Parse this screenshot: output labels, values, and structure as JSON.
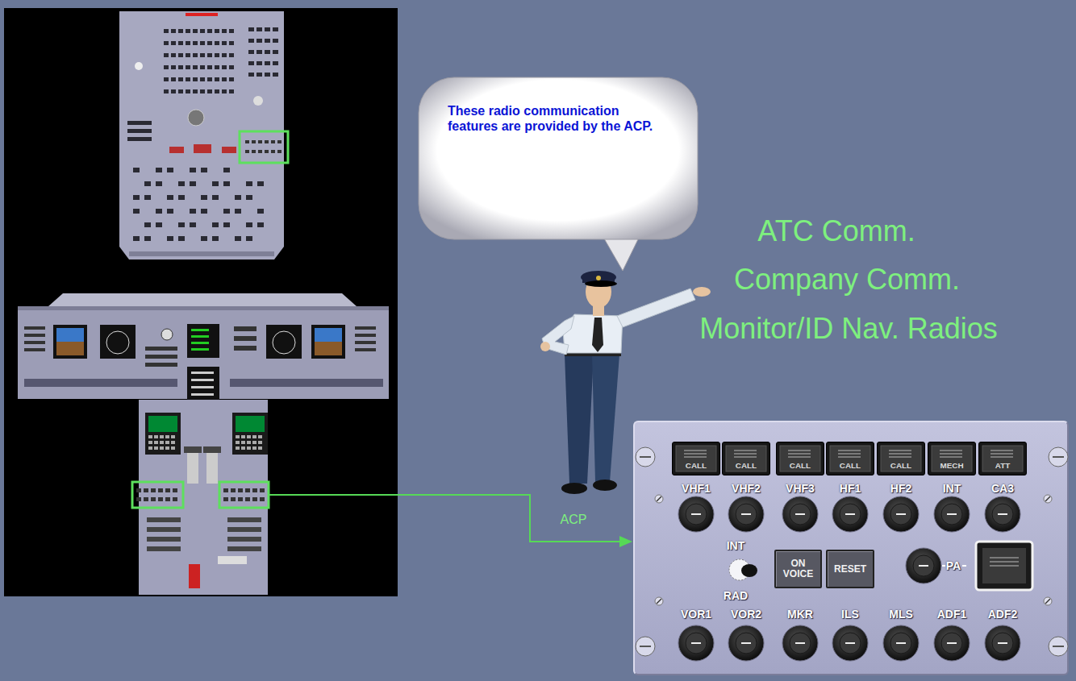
{
  "diagram": {
    "nodes": [
      {
        "text": [
          "These radio communication features are provided by the ACP."
        ]
      },
      {
        "text": [
          "VHF1",
          "VHF2",
          "VHF3",
          "HF1",
          "HF2",
          "INT",
          "CA3",
          "INT",
          "RAD",
          "PA",
          "VOR1",
          "VOR2",
          "MKR",
          "ILS",
          "MLS",
          "ADF1",
          "ADF2"
        ]
      },
      {
        "text": [
          "CALL"
        ],
        "in": 1
      },
      {
        "text": [
          "CALL"
        ],
        "in": 1
      },
      {
        "text": [
          "CALL"
        ],
        "in": 1
      },
      {
        "text": [
          "CALL"
        ],
        "in": 1
      },
      {
        "text": [
          "CALL"
        ],
        "in": 1
      },
      {
        "text": [
          "MECH"
        ],
        "in": 1
      },
      {
        "text": [
          "ATT"
        ],
        "in": 1
      },
      {
        "text": [
          "ON VOICE"
        ],
        "in": 1
      },
      {
        "text": [
          "RESET"
        ],
        "in": 1
      }
    ],
    "labels": [
      "ATC Comm.",
      "Company Comm.",
      "Monitor/ID Nav. Radios",
      "ACP"
    ]
  }
}
